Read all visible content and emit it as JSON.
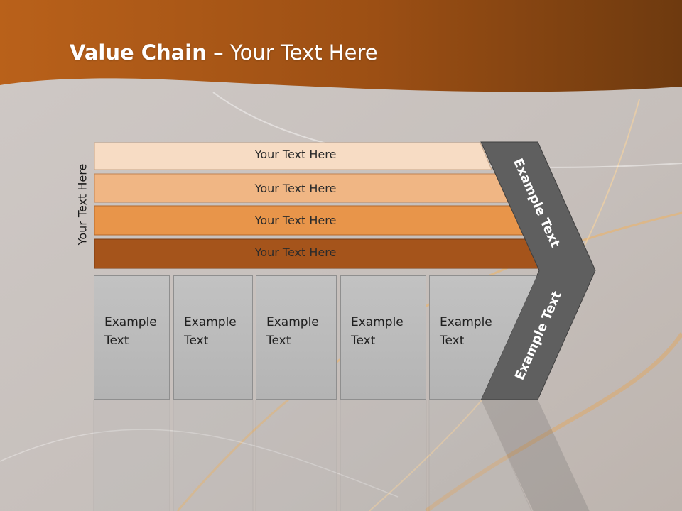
{
  "title": {
    "bold": "Value Chain",
    "rest": " – Your Text Here"
  },
  "side_label": "Your Text Here",
  "bars": [
    {
      "label": "Your Text Here",
      "color": "#f7dcc4"
    },
    {
      "label": "Your Text Here",
      "color": "#f0b684"
    },
    {
      "label": "Your Text Here",
      "color": "#e8954a"
    },
    {
      "label": "Your Text Here",
      "color": "#a5541b"
    }
  ],
  "boxes": [
    {
      "line1": "Example",
      "line2": "Text"
    },
    {
      "line1": "Example",
      "line2": "Text"
    },
    {
      "line1": "Example",
      "line2": "Text"
    },
    {
      "line1": "Example",
      "line2": "Text"
    },
    {
      "line1": "Example",
      "line2": "Text"
    }
  ],
  "chevron": {
    "upper_text": "Example Text",
    "lower_text": "Example Text",
    "color": "#5f5f5f"
  },
  "colors": {
    "header": "#a04f10",
    "background": "#c9c3c0"
  }
}
